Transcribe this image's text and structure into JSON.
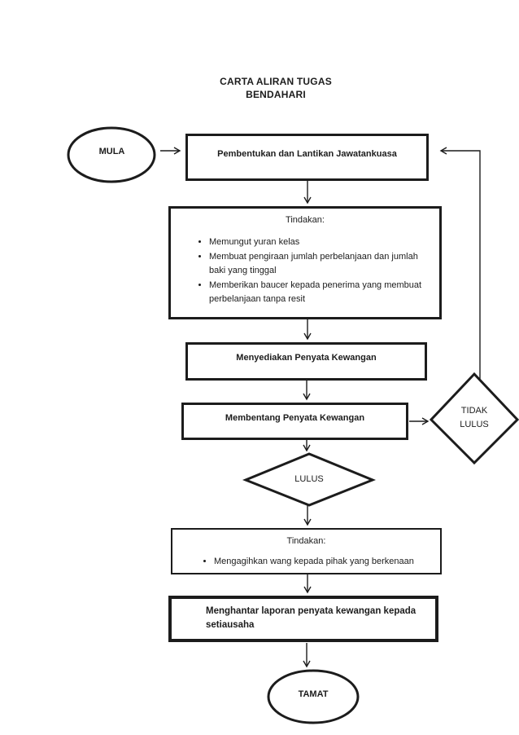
{
  "page": {
    "background": "#ffffff",
    "ink": "#1c1c1c"
  },
  "title": {
    "line1": "CARTA ALIRAN TUGAS",
    "line2": "BENDAHARI"
  },
  "flowchart": {
    "start": {
      "label": "MULA"
    },
    "step1": {
      "label": "Pembentukan dan Lantikan Jawatankuasa"
    },
    "actions1": {
      "heading": "Tindakan:",
      "bullets": [
        "Memungut yuran kelas",
        "Membuat pengiraan jumlah perbelanjaan dan jumlah baki yang tinggal",
        "Memberikan baucer kepada penerima yang membuat perbelanjaan tanpa resit"
      ]
    },
    "step2": {
      "label": "Menyediakan Penyata Kewangan"
    },
    "step3": {
      "label": "Membentang Penyata Kewangan"
    },
    "decision_fail": {
      "label": "TIDAK LULUS"
    },
    "decision_pass": {
      "label": "LULUS"
    },
    "actions2": {
      "heading": "Tindakan:",
      "bullets": [
        "Mengagihkan wang kepada pihak yang berkenaan"
      ]
    },
    "step4": {
      "label": "Menghantar laporan penyata kewangan kepada setiausaha"
    },
    "end": {
      "label": "TAMAT"
    }
  }
}
